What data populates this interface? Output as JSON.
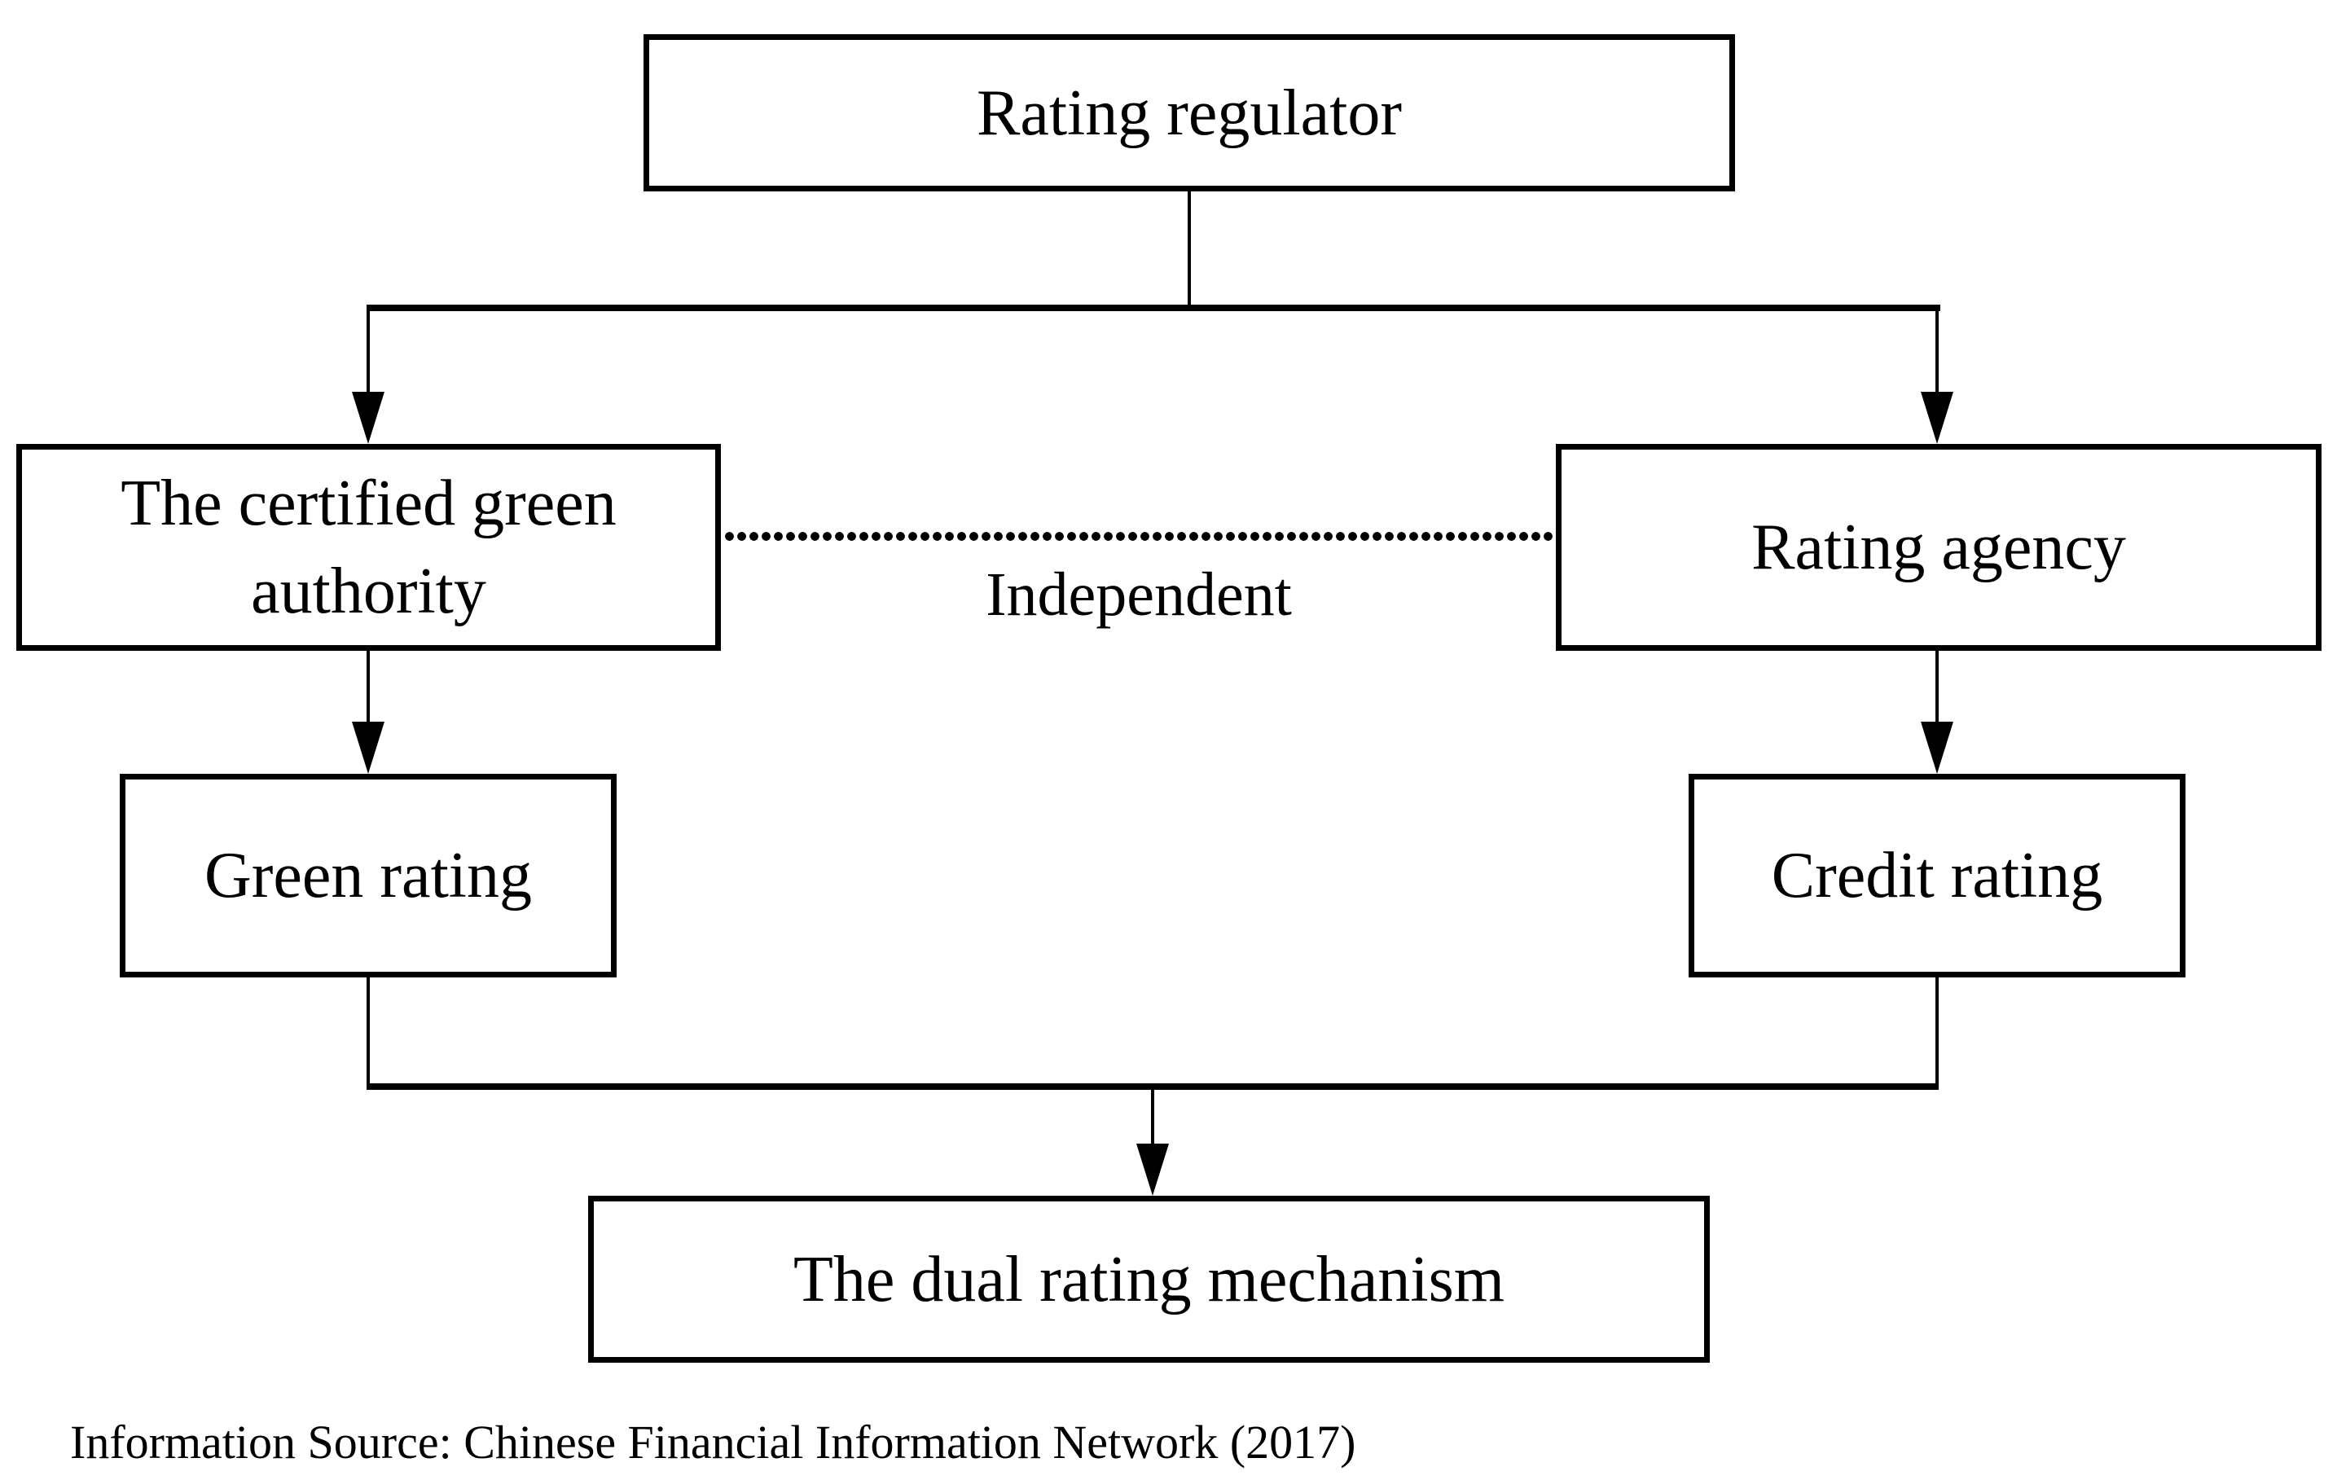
{
  "colors": {
    "ink": "#000000",
    "background": "#ffffff"
  },
  "nodes": [
    {
      "id": "rating-regulator",
      "label": "Rating regulator"
    },
    {
      "id": "certified-green-authority",
      "label": "The certified green authority"
    },
    {
      "id": "rating-agency",
      "label": "Rating agency"
    },
    {
      "id": "green-rating",
      "label": "Green rating"
    },
    {
      "id": "credit-rating",
      "label": "Credit rating"
    },
    {
      "id": "dual-rating-mechanism",
      "label": "The dual rating mechanism"
    }
  ],
  "edge_labels": {
    "independent": "Independent"
  },
  "footer": {
    "source_note": "Information Source: Chinese Financial Information Network (2017)"
  }
}
